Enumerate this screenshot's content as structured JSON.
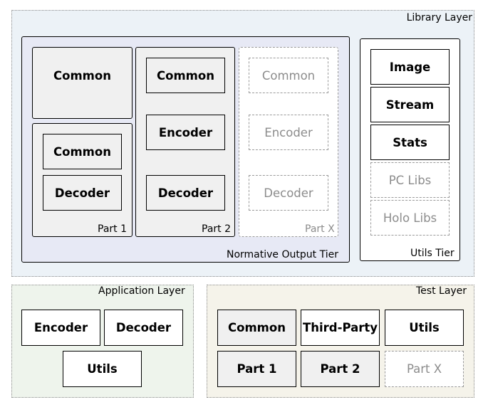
{
  "library_layer": {
    "label": "Library Layer",
    "normative_tier": {
      "label": "Normative Output Tier",
      "part1": {
        "label": "Part 1",
        "common": "Common",
        "inner_common": "Common",
        "decoder": "Decoder"
      },
      "part2": {
        "label": "Part 2",
        "common": "Common",
        "encoder": "Encoder",
        "decoder": "Decoder"
      },
      "partx": {
        "label": "Part X",
        "common": "Common",
        "encoder": "Encoder",
        "decoder": "Decoder"
      }
    },
    "utils_tier": {
      "label": "Utils Tier",
      "items": [
        "Image",
        "Stream",
        "Stats",
        "PC Libs",
        "Holo Libs"
      ]
    }
  },
  "application_layer": {
    "label": "Application Layer",
    "items": [
      "Encoder",
      "Decoder",
      "Utils"
    ]
  },
  "test_layer": {
    "label": "Test Layer",
    "items": [
      "Common",
      "Third-Party",
      "Utils",
      "Part 1",
      "Part 2",
      "Part X"
    ]
  }
}
